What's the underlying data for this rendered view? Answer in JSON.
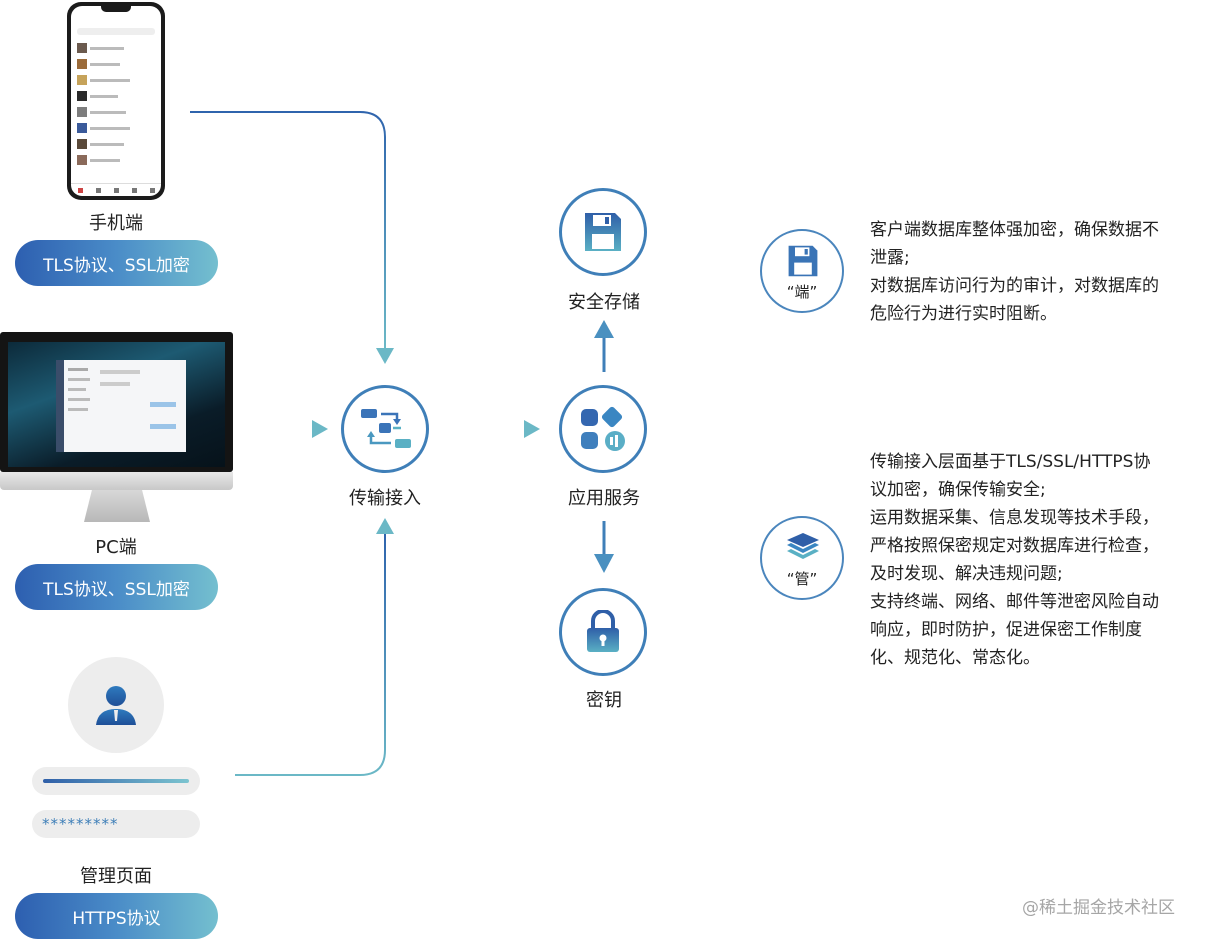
{
  "devices": {
    "mobile": {
      "label": "手机端",
      "protocol": "TLS协议、SSL加密"
    },
    "pc": {
      "label": "PC端",
      "protocol": "TLS协议、SSL加密"
    },
    "admin": {
      "label": "管理页面",
      "protocol": "HTTPS协议",
      "password_mask": "*********"
    }
  },
  "nodes": {
    "transport": {
      "label": "传输接入"
    },
    "app": {
      "label": "应用服务"
    },
    "storage": {
      "label": "安全存储"
    },
    "key": {
      "label": "密钥"
    }
  },
  "endpoints": {
    "client": {
      "badge": "“端”",
      "lines": [
        "客户端数据库整体强加密，确保数据不",
        "泄露;",
        "对数据库访问行为的审计，对数据库的",
        "危险行为进行实时阻断。"
      ]
    },
    "management": {
      "badge": "“管”",
      "lines": [
        "传输接入层面基于TLS/SSL/HTTPS协",
        "议加密，确保传输安全;",
        "运用数据采集、信息发现等技术手段，",
        "严格按照保密规定对数据库进行检查，",
        "及时发现、解决违规问题;",
        "支持终端、网络、邮件等泄密风险自动",
        "响应，即时防护，促进保密工作制度",
        "化、规范化、常态化。"
      ]
    }
  },
  "watermark": "@稀土掘金技术社区",
  "colors": {
    "accent": "#3f7fb8",
    "arrow": "#6bb8c6",
    "line": "#2f6aaa"
  },
  "icons": {
    "transport": "transfer-icon",
    "app": "apps-icon",
    "storage": "floppy-disk-icon",
    "key": "lock-icon",
    "client": "floppy-disk-icon",
    "management": "layers-icon",
    "admin": "user-icon"
  }
}
